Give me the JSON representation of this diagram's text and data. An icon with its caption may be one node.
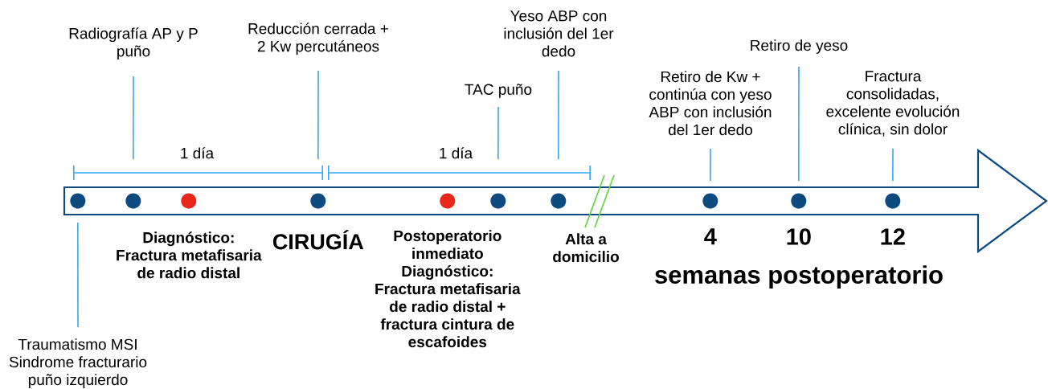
{
  "diagram": {
    "nodes": [
      {
        "text": [],
        "shape": "arrow"
      },
      {
        "text": [],
        "shape": "circle",
        "in": 0
      },
      {
        "text": [],
        "shape": "circle",
        "in": 0
      },
      {
        "text": [],
        "shape": "circle",
        "in": 0,
        "beside": [
          "Diagnóstico: Fractura metafisaria de radio distal"
        ]
      },
      {
        "text": [],
        "shape": "circle",
        "in": 0,
        "beside": [
          "CIRUGÍA"
        ]
      },
      {
        "text": [],
        "shape": "circle",
        "in": 0,
        "beside": [
          "Postoperatorio inmediato Diagnóstico: Fractura metafisaria de radio distal + fractura cintura de escafoides"
        ]
      },
      {
        "text": [],
        "shape": "circle",
        "in": 0
      },
      {
        "text": [],
        "shape": "circle",
        "in": 0
      },
      {
        "text": [],
        "shape": "circle",
        "in": 0,
        "beside": [
          "4"
        ]
      },
      {
        "text": [],
        "shape": "circle",
        "in": 0,
        "beside": [
          "10"
        ]
      },
      {
        "text": [],
        "shape": "circle",
        "in": 0,
        "beside": [
          "12"
        ]
      },
      {
        "text": [
          "Traumatismo MSI Sindrome fracturario puño izquierdo"
        ]
      },
      {
        "text": [
          "Radiografía AP y P puño"
        ]
      },
      {
        "text": [
          "Reducción cerrada + 2 Kw percutáneos"
        ]
      },
      {
        "text": [
          "TAC puño"
        ]
      },
      {
        "text": [
          "Yeso ABP con inclusión del 1er dedo"
        ]
      },
      {
        "text": [
          "Retiro de Kw + continúa con yeso ABP con inclusión del 1er dedo"
        ]
      },
      {
        "text": [
          "Retiro de yeso"
        ]
      },
      {
        "text": [
          "Fractura consolidadas, excelente evolución clínica, sin dolor"
        ]
      }
    ],
    "edges": [
      {
        "from": 11,
        "to": 1,
        "arrow": "none"
      },
      {
        "from": 12,
        "to": 2,
        "arrow": "none"
      },
      {
        "from": 13,
        "to": 4,
        "arrow": "none"
      },
      {
        "from": 14,
        "to": 6,
        "arrow": "none"
      },
      {
        "from": 15,
        "to": 7,
        "arrow": "none"
      },
      {
        "from": 16,
        "to": 8,
        "arrow": "none"
      },
      {
        "from": 17,
        "to": 9,
        "arrow": "none"
      },
      {
        "from": 18,
        "to": 10,
        "arrow": "none"
      }
    ],
    "labels": [
      "1 día",
      "1 día",
      "Alta a domicilio",
      "semanas postoperatorio"
    ]
  }
}
